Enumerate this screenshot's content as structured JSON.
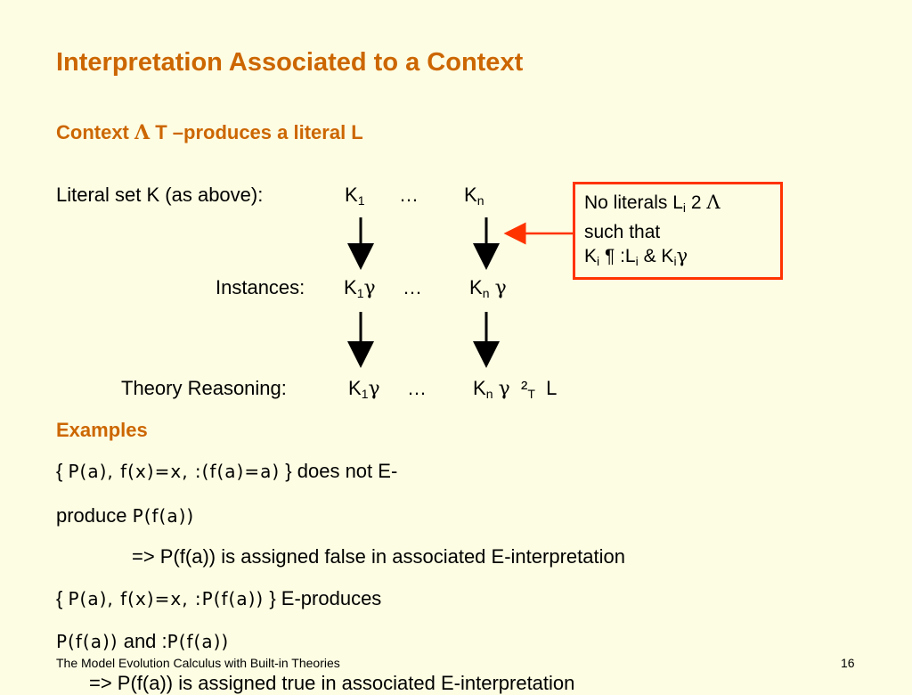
{
  "slide": {
    "title": "Interpretation Associated to a Context",
    "subtitle_prefix": "Context",
    "lambda": "Λ",
    "subtitle_suffix": "T –produces a literal L",
    "literal_set_label": "Literal set K (as above):",
    "instances_label": "Instances:",
    "theory_label": "Theory Reasoning:",
    "K": "K",
    "sub_1": "1",
    "sub_n": "n",
    "sub_i": "i",
    "sub_T": "T",
    "ellipsis": "…",
    "gamma": "γ",
    "entail": "²",
    "L": "L",
    "box": {
      "line1_prefix": "No literals L",
      "line1_suffix": "2",
      "line2": "such that",
      "line3_mid": "¶ :L",
      "line3_amp": "& K"
    },
    "examples_heading": "Examples",
    "ex1_open": "{",
    "ex1_glyphs": "P(a), f(x)=x,  :(f(a)=a)",
    "ex1_close": "} does not E-",
    "ex1_line2_prefix": "produce",
    "ex1_line2_glyphs": "P(f(a))",
    "ex1_result": "=> P(f(a)) is assigned false in associated E-interpretation",
    "ex2_open": "{",
    "ex2_glyphs": "P(a), f(x)=x,  :P(f(a))",
    "ex2_close": "}  E-produces",
    "ex2_line2_glyphs": "P(f(a))",
    "ex2_and": "and :",
    "ex2_line2_glyphs_b": "P(f(a))",
    "ex2_result": "=> P(f(a)) is assigned true in associated E-interpretation"
  },
  "footer": {
    "left": "The Model Evolution Calculus with Built-in Theories",
    "page": "16"
  },
  "colors": {
    "accent": "#cc6600",
    "box_border": "#ff3300",
    "background": "#fdfde3"
  }
}
